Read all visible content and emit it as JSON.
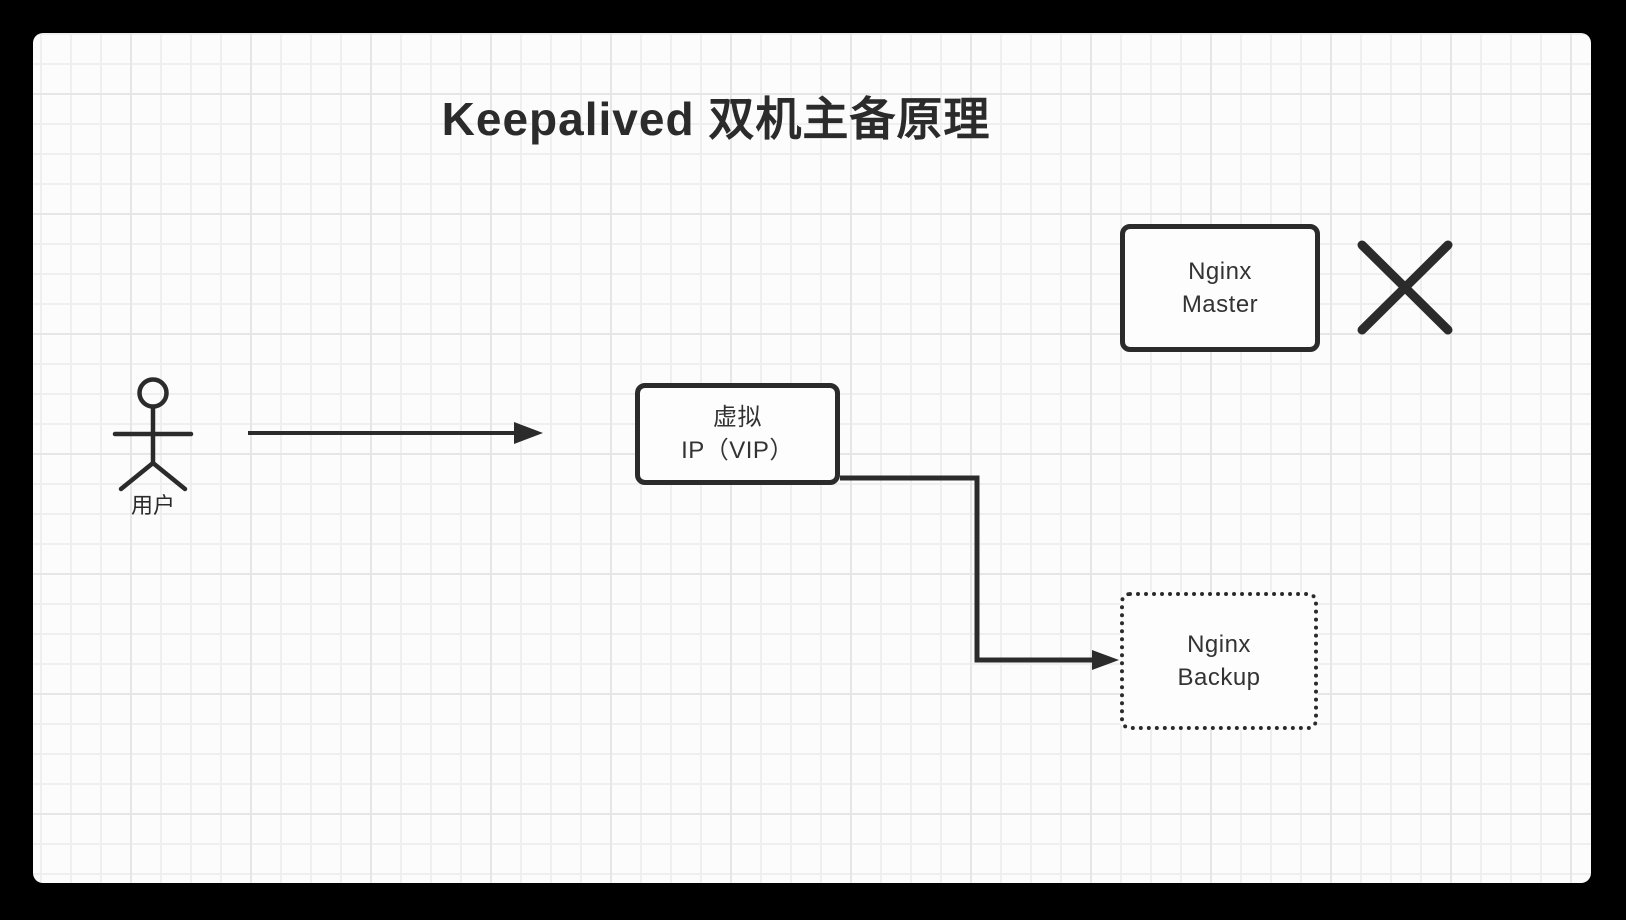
{
  "title": "Keepalived 双机主备原理",
  "nodes": {
    "user": {
      "label": "用户"
    },
    "vip": {
      "line1": "虚拟",
      "line2": "IP（VIP）"
    },
    "master": {
      "line1": "Nginx",
      "line2": "Master"
    },
    "backup": {
      "line1": "Nginx",
      "line2": "Backup"
    }
  },
  "icons": {
    "user_figure": "stick-figure-icon",
    "request_arrow": "right-arrow-icon",
    "failover_arrow": "elbow-right-arrow-icon",
    "failure_mark": "x-cross-icon"
  },
  "colors": {
    "frame": "#000000",
    "canvas_bg": "#fcfcfc",
    "grid_line": "#efefef",
    "stroke": "#2b2b2b",
    "node_text": "#333333"
  }
}
